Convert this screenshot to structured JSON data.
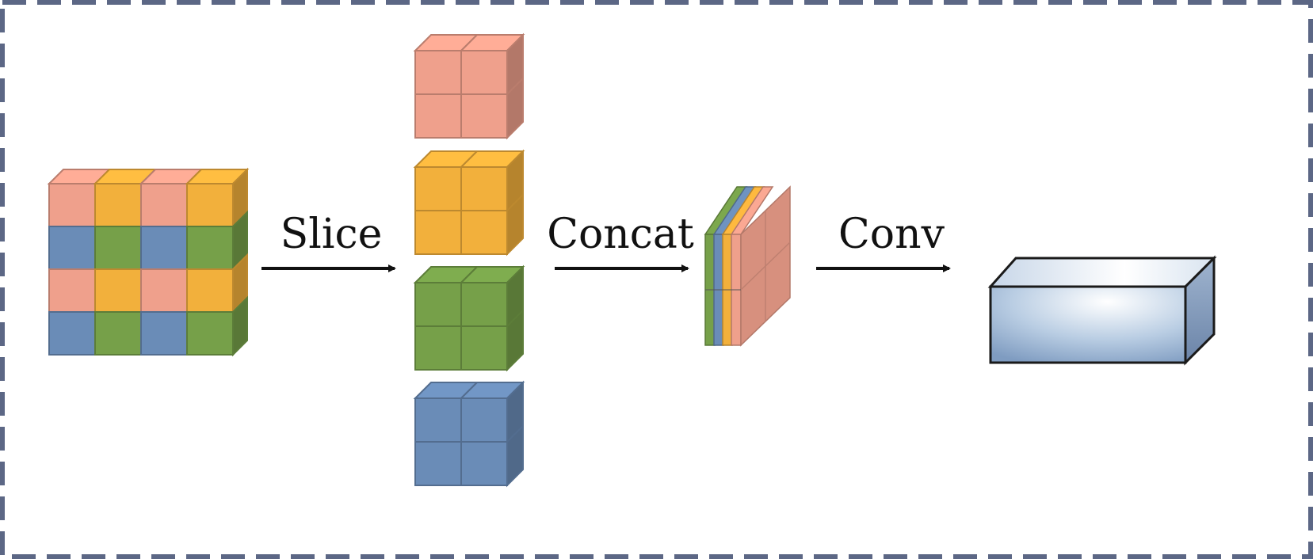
{
  "labels": {
    "slice": "Slice",
    "concat": "Concat",
    "conv": "Conv"
  },
  "colors": {
    "salmon": "#EFA08C",
    "orange": "#F2B03C",
    "green": "#76A049",
    "blue": "#6A8CB7",
    "border_dash": "#5C6785",
    "arrow": "#111111",
    "output_block": "#AFC6E0"
  },
  "input_grid": [
    [
      "salmon",
      "orange",
      "salmon",
      "orange"
    ],
    [
      "blue",
      "green",
      "blue",
      "green"
    ],
    [
      "salmon",
      "orange",
      "salmon",
      "orange"
    ],
    [
      "blue",
      "green",
      "blue",
      "green"
    ]
  ],
  "slices": [
    "salmon",
    "orange",
    "green",
    "blue"
  ],
  "concat_layers": [
    "green",
    "blue",
    "orange",
    "salmon"
  ]
}
